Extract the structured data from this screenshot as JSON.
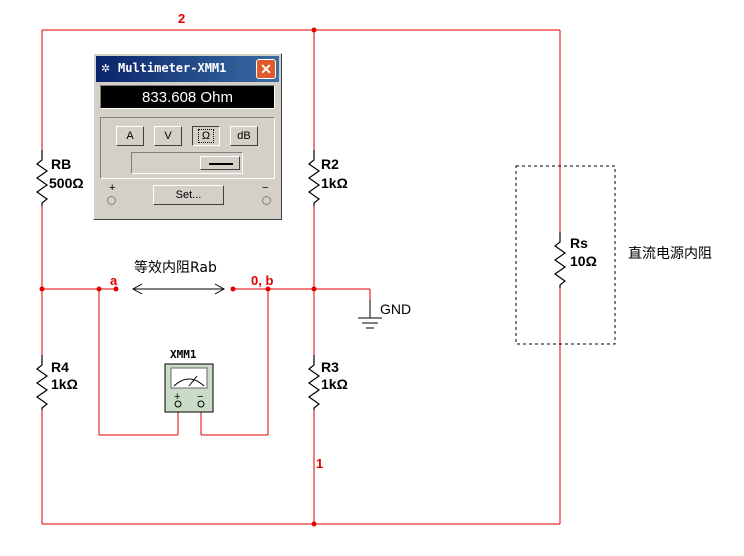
{
  "multimeter_window": {
    "title": "Multimeter-XMM1",
    "display": "833.608 Ohm",
    "buttons": [
      "A",
      "V",
      "Ω",
      "dB"
    ],
    "active_button": "Ω",
    "set_label": "Set...",
    "plus_label": "+",
    "minus_label": "−"
  },
  "components": {
    "rb": {
      "name": "RB",
      "value": "500Ω"
    },
    "r2": {
      "name": "R2",
      "value": "1kΩ"
    },
    "r4": {
      "name": "R4",
      "value": "1kΩ"
    },
    "r3": {
      "name": "R3",
      "value": "1kΩ"
    },
    "rs": {
      "name": "Rs",
      "value": "10Ω"
    }
  },
  "nodes": {
    "n2": "2",
    "n1": "1",
    "a": "a",
    "ob": "0, b"
  },
  "labels": {
    "rab": "等效内阻Rab",
    "gnd": "GND",
    "source_internal": "直流电源内阻"
  },
  "instrument": {
    "name": "XMM1",
    "plus": "+",
    "minus": "−"
  },
  "colors": {
    "wire": "#e00000",
    "node_label": "#e00000",
    "component": "#000000"
  }
}
